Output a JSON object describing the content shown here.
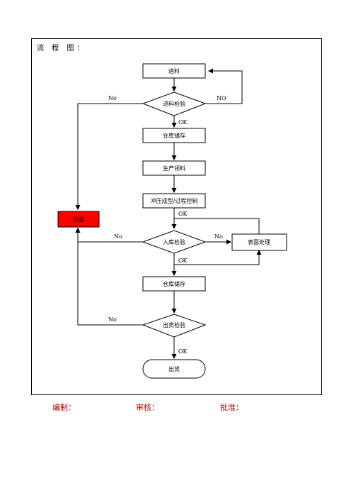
{
  "heading": "流  程  图：",
  "nodes": {
    "incoming_material": "进料",
    "incoming_inspection": "进料检验",
    "warehouse_storage_1": "仓库储存",
    "production_picking": "生产领料",
    "stamping_process": "冲压成型/过程控制",
    "scrap": "报废",
    "warehouse_inspection": "入库检验",
    "surface_treatment": "表面处理",
    "warehouse_storage_2": "仓库储存",
    "shipment_inspection": "出货检验",
    "shipment": "出货"
  },
  "edge_labels": {
    "incoming_no_left": "No",
    "incoming_no_right": "NO",
    "incoming_ok": "OK",
    "stamping_ok": "OK",
    "warehouse_no_left": "No",
    "warehouse_no_right": "No",
    "warehouse_ok": "OK",
    "shipment_no": "No",
    "shipment_ok": "OK"
  },
  "colors": {
    "scrap_fill": "#ff0000",
    "footer_text": "#c00000"
  },
  "footer": {
    "prepared": "编制：",
    "reviewed": "审核：",
    "approved": "批准："
  }
}
